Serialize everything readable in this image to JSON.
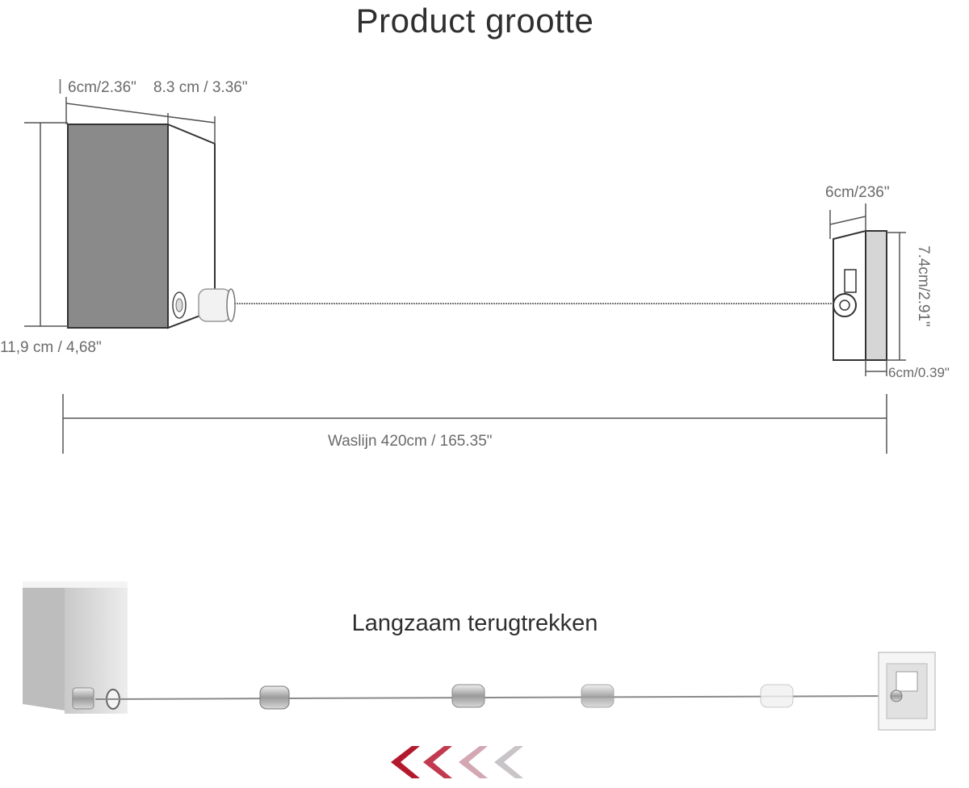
{
  "title": "Product grootte",
  "dimensions": {
    "main_width": "6cm/2.36\"",
    "main_depth": "8.3 cm / 3.36\"",
    "main_height": "11,9 cm / 4,68\"",
    "end_width": "6cm/236\"",
    "end_height": "7.4cm/2.91\"",
    "end_thickness": "6cm/0.39\"",
    "line_length": "Waslijn 420cm / 165.35\""
  },
  "subtitle": "Langzaam terugtrekken",
  "colors": {
    "dark_face": "#8a8a8a",
    "line": "#777777",
    "arrow_red": "#b3192c",
    "arrow_red_mid": "#c23a4f",
    "arrow_pink": "#d3a8b3",
    "arrow_grey": "#c9c4c7"
  }
}
